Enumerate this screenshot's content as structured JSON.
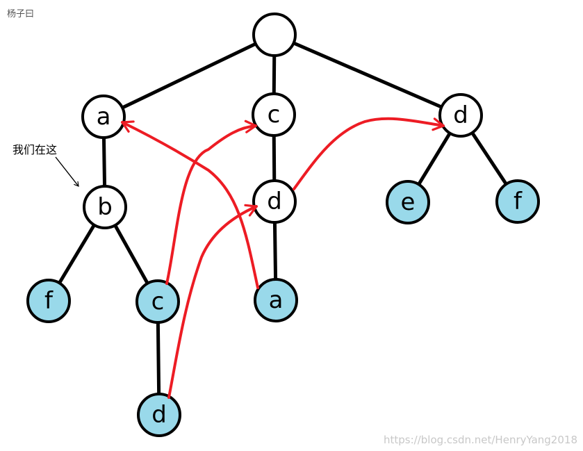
{
  "author_label": "杨子曰",
  "annotation": "我们在这",
  "watermark": "https://blog.csdn.net/HenryYang2018",
  "colors": {
    "edge": "#000000",
    "node_fill": "#ffffff",
    "highlight_fill": "#99d9ea",
    "pointer_arrow": "#ed1c24"
  },
  "nodes": [
    {
      "id": "root",
      "label": "",
      "highlight": false
    },
    {
      "id": "a1",
      "label": "a",
      "highlight": false
    },
    {
      "id": "c1",
      "label": "c",
      "highlight": false
    },
    {
      "id": "d1",
      "label": "d",
      "highlight": false
    },
    {
      "id": "b1",
      "label": "b",
      "highlight": false
    },
    {
      "id": "d2",
      "label": "d",
      "highlight": false
    },
    {
      "id": "e1",
      "label": "e",
      "highlight": true
    },
    {
      "id": "f2",
      "label": "f",
      "highlight": true
    },
    {
      "id": "f1",
      "label": "f",
      "highlight": true
    },
    {
      "id": "c2",
      "label": "c",
      "highlight": true
    },
    {
      "id": "a2",
      "label": "a",
      "highlight": true
    },
    {
      "id": "d3",
      "label": "d",
      "highlight": true
    }
  ],
  "edges": [
    [
      "root",
      "a1"
    ],
    [
      "root",
      "c1"
    ],
    [
      "root",
      "d1"
    ],
    [
      "a1",
      "b1"
    ],
    [
      "b1",
      "f1"
    ],
    [
      "b1",
      "c2"
    ],
    [
      "c2",
      "d3"
    ],
    [
      "c1",
      "d2"
    ],
    [
      "d2",
      "a2"
    ],
    [
      "d1",
      "e1"
    ],
    [
      "d1",
      "f2"
    ]
  ],
  "pointers": [
    {
      "from": "c2",
      "to": "c1"
    },
    {
      "from": "d3",
      "to": "d2"
    },
    {
      "from": "a2",
      "to": "a1"
    },
    {
      "from": "d2",
      "to": "d1"
    }
  ]
}
